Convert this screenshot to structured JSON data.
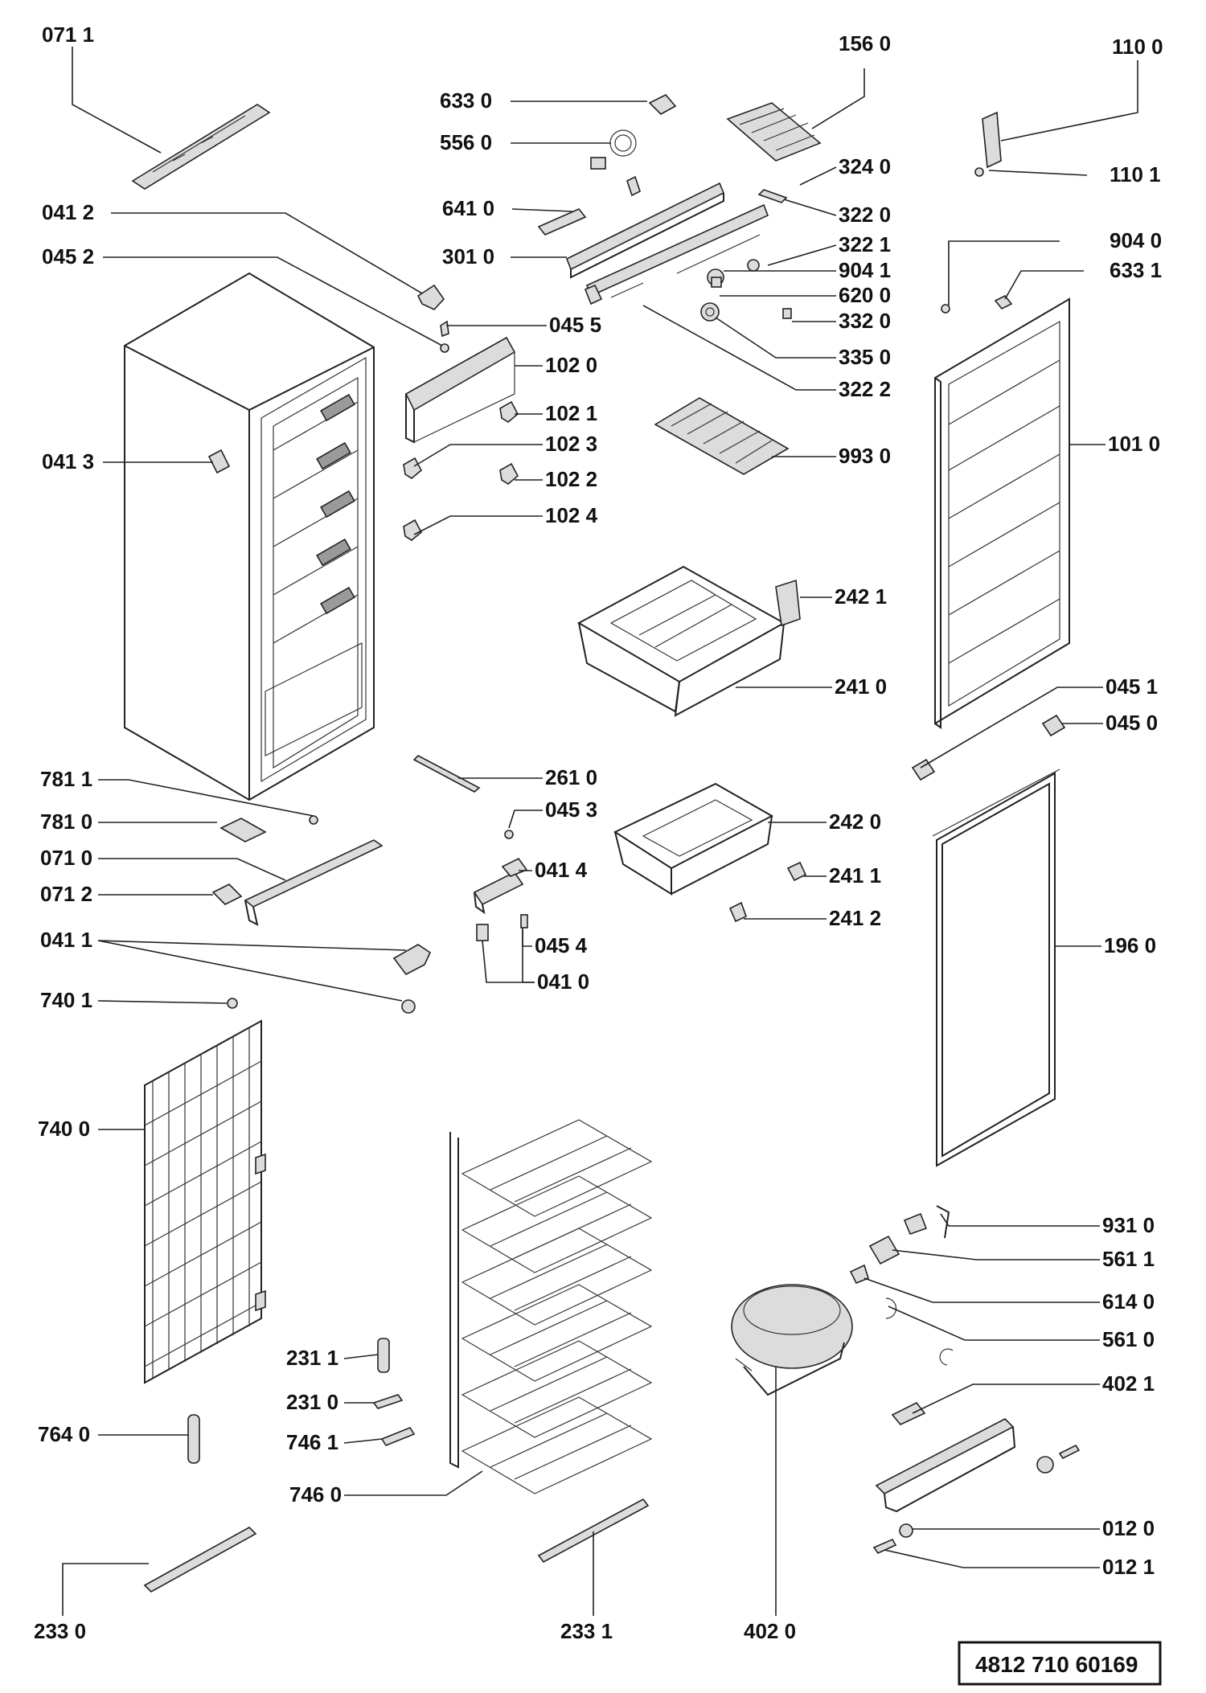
{
  "parts": [
    {
      "id": "p0711",
      "label": "071 1"
    },
    {
      "id": "p1560",
      "label": "156 0"
    },
    {
      "id": "p1100",
      "label": "110 0"
    },
    {
      "id": "p6330",
      "label": "633 0"
    },
    {
      "id": "p5560",
      "label": "556 0"
    },
    {
      "id": "p3240",
      "label": "324 0"
    },
    {
      "id": "p1101",
      "label": "110 1"
    },
    {
      "id": "p0412",
      "label": "041 2"
    },
    {
      "id": "p6410",
      "label": "641 0"
    },
    {
      "id": "p3220",
      "label": "322 0"
    },
    {
      "id": "p9040",
      "label": "904 0"
    },
    {
      "id": "p0452",
      "label": "045 2"
    },
    {
      "id": "p3010",
      "label": "301 0"
    },
    {
      "id": "p3221",
      "label": "322 1"
    },
    {
      "id": "p9041",
      "label": "904 1"
    },
    {
      "id": "p6331",
      "label": "633 1"
    },
    {
      "id": "p6200",
      "label": "620 0"
    },
    {
      "id": "p3320",
      "label": "332 0"
    },
    {
      "id": "p0455",
      "label": "045 5"
    },
    {
      "id": "p3350",
      "label": "335 0"
    },
    {
      "id": "p1020",
      "label": "102 0"
    },
    {
      "id": "p3222",
      "label": "322 2"
    },
    {
      "id": "p1021",
      "label": "102 1"
    },
    {
      "id": "p1023",
      "label": "102 3"
    },
    {
      "id": "p1010",
      "label": "101 0"
    },
    {
      "id": "p0413",
      "label": "041 3"
    },
    {
      "id": "p9930",
      "label": "993 0"
    },
    {
      "id": "p1022",
      "label": "102 2"
    },
    {
      "id": "p1024",
      "label": "102 4"
    },
    {
      "id": "p2421",
      "label": "242 1"
    },
    {
      "id": "p2410",
      "label": "241 0"
    },
    {
      "id": "p0451",
      "label": "045 1"
    },
    {
      "id": "p0450",
      "label": "045 0"
    },
    {
      "id": "p7811",
      "label": "781 1"
    },
    {
      "id": "p2610",
      "label": "261 0"
    },
    {
      "id": "p0453",
      "label": "045 3"
    },
    {
      "id": "p7810",
      "label": "781 0"
    },
    {
      "id": "p2420",
      "label": "242 0"
    },
    {
      "id": "p0710",
      "label": "071 0"
    },
    {
      "id": "p0414",
      "label": "041 4"
    },
    {
      "id": "p2411",
      "label": "241 1"
    },
    {
      "id": "p0712",
      "label": "071 2"
    },
    {
      "id": "p2412",
      "label": "241 2"
    },
    {
      "id": "p0411",
      "label": "041 1"
    },
    {
      "id": "p0454",
      "label": "045 4"
    },
    {
      "id": "p1960",
      "label": "196 0"
    },
    {
      "id": "p0410",
      "label": "041 0"
    },
    {
      "id": "p7401",
      "label": "740 1"
    },
    {
      "id": "p7400",
      "label": "740 0"
    },
    {
      "id": "p9310",
      "label": "931 0"
    },
    {
      "id": "p5611",
      "label": "561 1"
    },
    {
      "id": "p6140",
      "label": "614 0"
    },
    {
      "id": "p5610",
      "label": "561 0"
    },
    {
      "id": "p2311",
      "label": "231 1"
    },
    {
      "id": "p4021",
      "label": "402 1"
    },
    {
      "id": "p2310",
      "label": "231 0"
    },
    {
      "id": "p7640",
      "label": "764 0"
    },
    {
      "id": "p7461",
      "label": "746 1"
    },
    {
      "id": "p7460",
      "label": "746 0"
    },
    {
      "id": "p0120",
      "label": "012 0"
    },
    {
      "id": "p0121",
      "label": "012 1"
    },
    {
      "id": "p2330",
      "label": "233 0"
    },
    {
      "id": "p2331",
      "label": "233 1"
    },
    {
      "id": "p4020",
      "label": "402 0"
    }
  ],
  "reference_number": "4812 710 60169"
}
